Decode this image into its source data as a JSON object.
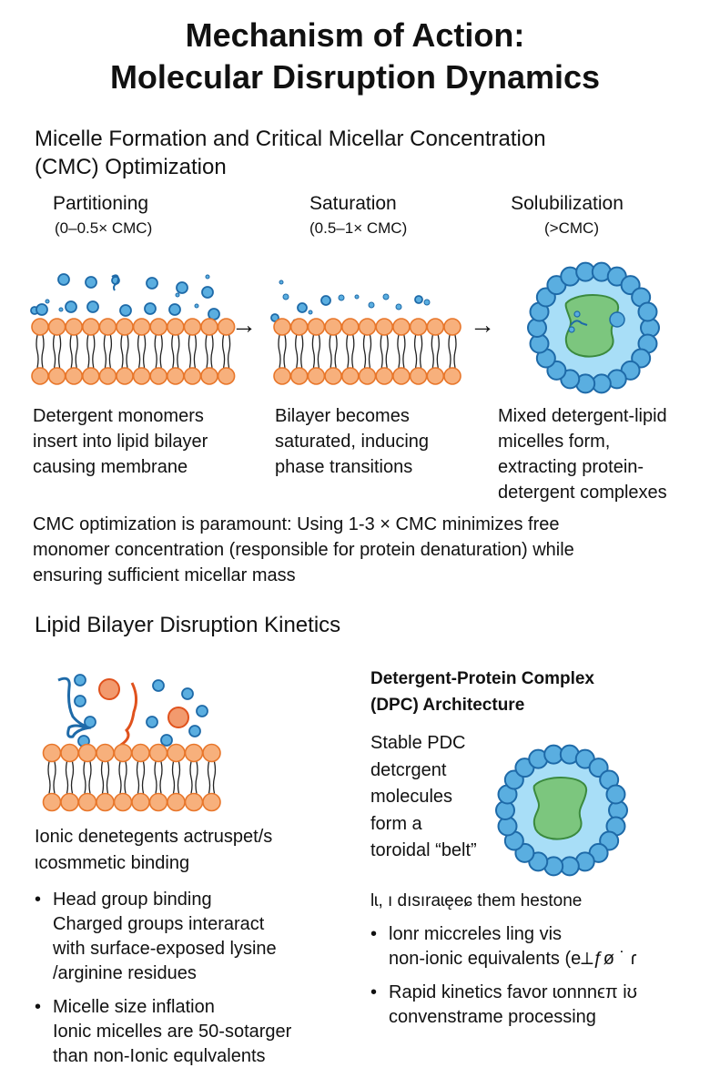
{
  "title": {
    "line1": "Mechanism of Action:",
    "line2": "Molecular Disruption Dynamics"
  },
  "section1": {
    "heading_line1": "Micelle Formation and Critical Micellar Concentration",
    "heading_line2": "(CMC) Optimization",
    "stages": [
      {
        "name": "Partitioning",
        "range": "(0–0.5× CMC)",
        "description": [
          "Detergent monomers",
          "insert into lipid bilayer",
          "causing membrane"
        ]
      },
      {
        "name": "Saturation",
        "range": "(0.5–1× CMC)",
        "description": [
          "Bilayer becomes",
          "saturated, inducing",
          "phase transitions"
        ]
      },
      {
        "name": "Solubilization",
        "range": "(>CMC)",
        "description": [
          "Mixed detergent-lipid",
          "micelles form,",
          "extracting protein-",
          "detergent complexes"
        ]
      }
    ],
    "arrow_icon": "→",
    "note_lines": [
      "CMC optimization is paramount: Using 1-3 × CMC minimizes free",
      "monomer concentration (responsible for protein denaturation) while",
      "ensuring sufficient micellar mass"
    ]
  },
  "section2": {
    "heading": "Lipid Bilayer Disruption Kinetics",
    "left": {
      "caption_lines": [
        "Ionic denetegents actruspet/s",
        "ιcosmmetic binding"
      ],
      "bullets": [
        {
          "title": "Head group binding",
          "lines": [
            "Charged groups interaract",
            "with surface-exposed lysine",
            "/arginine residues"
          ]
        },
        {
          "title": "Micelle size inflation",
          "lines": [
            "Ionic micelles are 50-sotarger",
            "than non-Ionic equlvalents"
          ]
        }
      ]
    },
    "right": {
      "heading_line1": "Detergent-Protein Complex",
      "heading_line2": "(DPC) Architecture",
      "description_lines": [
        "Stable PDC",
        "detcrgent",
        "molecules",
        "form a",
        "toroidal “belt”"
      ],
      "caption": "lɩ, ı dısıraɩęeɕ them hestone",
      "bullets": [
        {
          "lines": [
            "lonr miccreles ling vis",
            "non-ionic equivalents (e⟂ƒø ˙ ɾ"
          ]
        },
        {
          "lines": [
            "Rapid kinetics favor ɩonnnϵπ iʊ",
            "convenstrame processing"
          ]
        }
      ]
    }
  },
  "colors": {
    "lipid_head_fill": "#f7b07c",
    "lipid_head_stroke": "#e8762a",
    "detergent_fill": "#5aaee0",
    "detergent_stroke": "#1e6aa8",
    "micelle_core": "#a8def7",
    "protein_fill": "#7cc67e",
    "protein_stroke": "#3b8a3e",
    "ionic_fill": "#f29a6e",
    "ionic_stroke": "#e0521d"
  }
}
